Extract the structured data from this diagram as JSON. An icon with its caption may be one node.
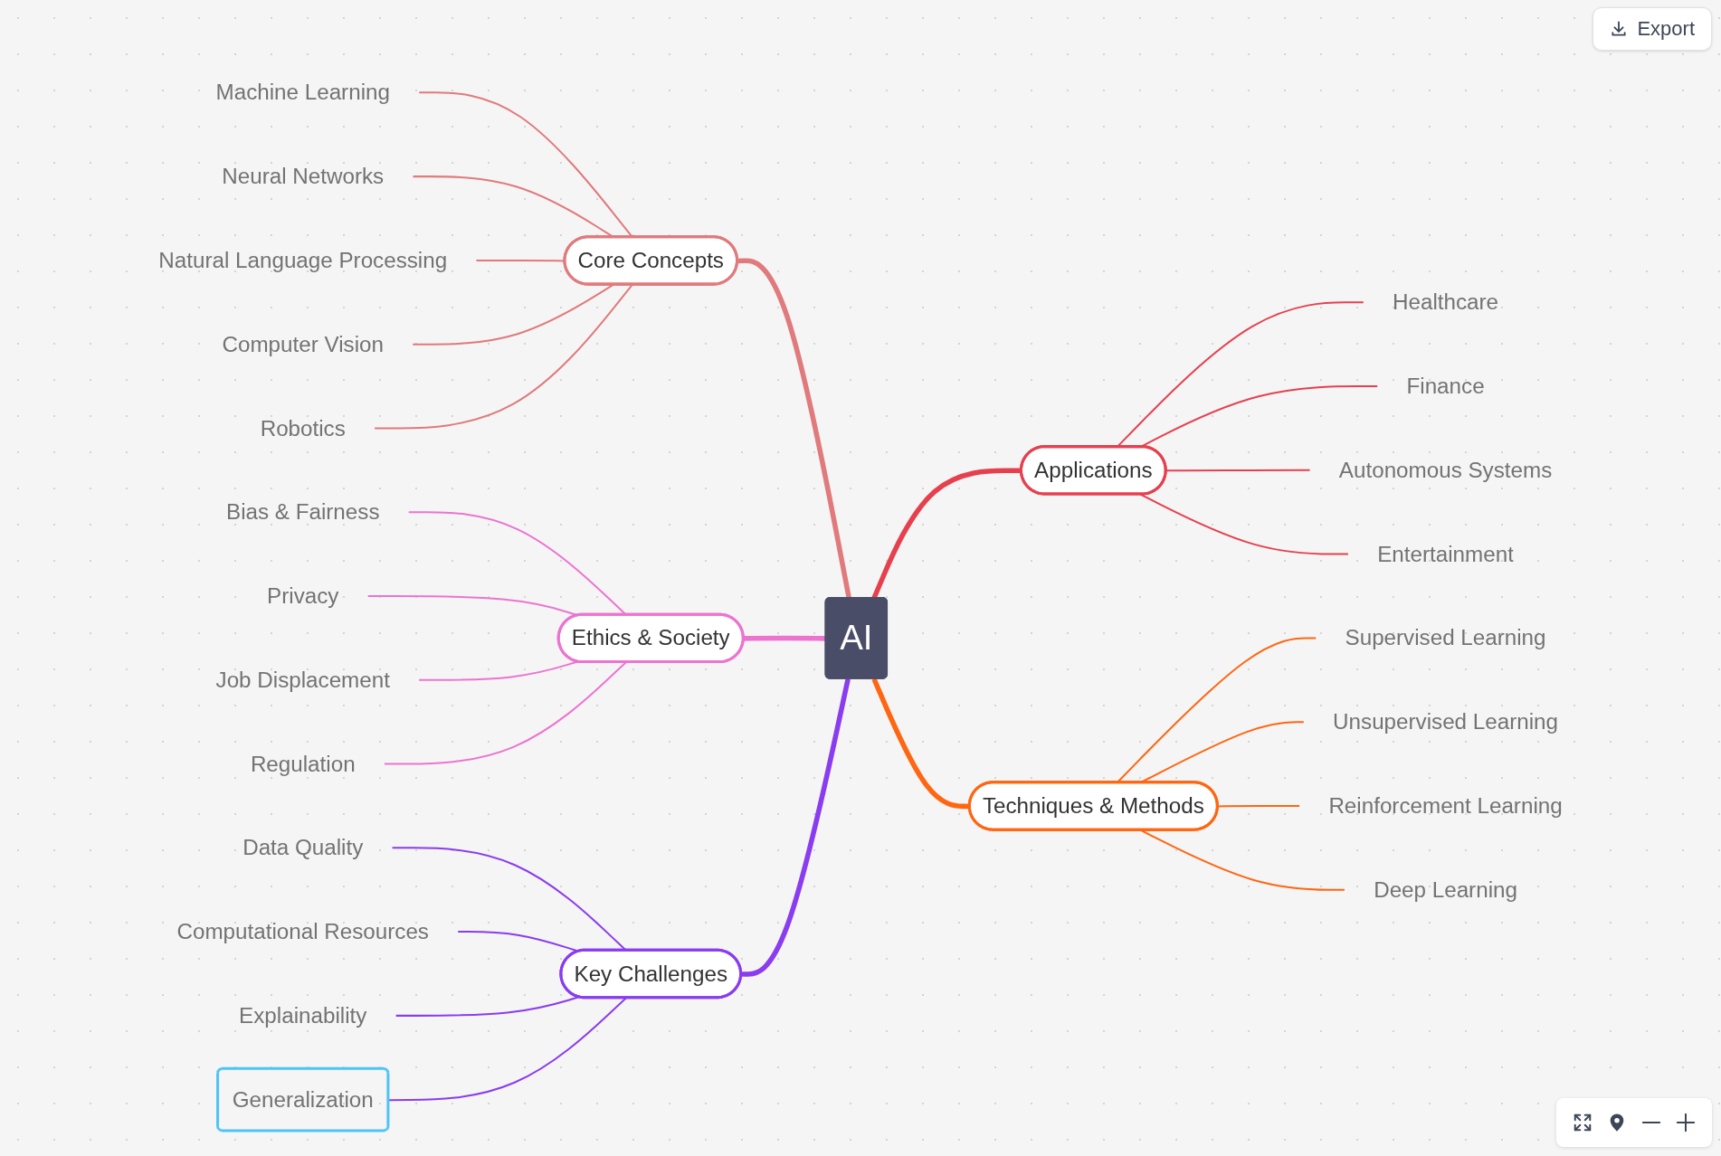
{
  "diagram": {
    "nodes": [
      {
        "text": [
          "AI"
        ]
      },
      {
        "text": [
          "Core Concepts"
        ]
      },
      {
        "text": [
          "Machine Learning"
        ]
      },
      {
        "text": [
          "Neural Networks"
        ]
      },
      {
        "text": [
          "Natural Language Processing"
        ]
      },
      {
        "text": [
          "Computer Vision"
        ]
      },
      {
        "text": [
          "Robotics"
        ]
      },
      {
        "text": [
          "Applications"
        ]
      },
      {
        "text": [
          "Healthcare"
        ]
      },
      {
        "text": [
          "Finance"
        ]
      },
      {
        "text": [
          "Autonomous Systems"
        ]
      },
      {
        "text": [
          "Entertainment"
        ]
      },
      {
        "text": [
          "Ethics & Society"
        ]
      },
      {
        "text": [
          "Bias & Fairness"
        ]
      },
      {
        "text": [
          "Privacy"
        ]
      },
      {
        "text": [
          "Job Displacement"
        ]
      },
      {
        "text": [
          "Regulation"
        ]
      },
      {
        "text": [
          "Techniques & Methods"
        ]
      },
      {
        "text": [
          "Supervised Learning"
        ]
      },
      {
        "text": [
          "Unsupervised Learning"
        ]
      },
      {
        "text": [
          "Reinforcement Learning"
        ]
      },
      {
        "text": [
          "Deep Learning"
        ]
      },
      {
        "text": [
          "Key Challenges"
        ]
      },
      {
        "text": [
          "Data Quality"
        ]
      },
      {
        "text": [
          "Computational Resources"
        ]
      },
      {
        "text": [
          "Explainability"
        ]
      },
      {
        "text": [
          "Generalization"
        ]
      }
    ],
    "edges": [
      {
        "from": 1,
        "to": 0,
        "arrow": "none",
        "style": "thick",
        "color": "#e07a7c"
      },
      {
        "from": 2,
        "to": 1,
        "arrow": "none",
        "color": "#e07a7c"
      },
      {
        "from": 3,
        "to": 1,
        "arrow": "none",
        "color": "#e07a7c"
      },
      {
        "from": 4,
        "to": 1,
        "arrow": "none",
        "color": "#e07a7c"
      },
      {
        "from": 5,
        "to": 1,
        "arrow": "none",
        "color": "#e07a7c"
      },
      {
        "from": 6,
        "to": 1,
        "arrow": "none",
        "color": "#e07a7c"
      },
      {
        "from": 0,
        "to": 7,
        "arrow": "none",
        "style": "thick",
        "color": "#e6404f"
      },
      {
        "from": 7,
        "to": 8,
        "arrow": "none",
        "color": "#e6404f"
      },
      {
        "from": 7,
        "to": 9,
        "arrow": "none",
        "color": "#e6404f"
      },
      {
        "from": 7,
        "to": 10,
        "arrow": "none",
        "color": "#e6404f"
      },
      {
        "from": 7,
        "to": 11,
        "arrow": "none",
        "color": "#e6404f"
      },
      {
        "from": 12,
        "to": 0,
        "arrow": "none",
        "style": "thick",
        "color": "#ec74d0"
      },
      {
        "from": 13,
        "to": 12,
        "arrow": "none",
        "color": "#ec74d0"
      },
      {
        "from": 14,
        "to": 12,
        "arrow": "none",
        "color": "#ec74d0"
      },
      {
        "from": 15,
        "to": 12,
        "arrow": "none",
        "color": "#ec74d0"
      },
      {
        "from": 16,
        "to": 12,
        "arrow": "none",
        "color": "#ec74d0"
      },
      {
        "from": 0,
        "to": 17,
        "arrow": "none",
        "style": "thick",
        "color": "#ff6611"
      },
      {
        "from": 17,
        "to": 18,
        "arrow": "none",
        "color": "#ff6611"
      },
      {
        "from": 17,
        "to": 19,
        "arrow": "none",
        "color": "#ff6611"
      },
      {
        "from": 17,
        "to": 20,
        "arrow": "none",
        "color": "#ff6611"
      },
      {
        "from": 17,
        "to": 21,
        "arrow": "none",
        "color": "#ff6611"
      },
      {
        "from": 22,
        "to": 0,
        "arrow": "none",
        "style": "thick",
        "color": "#8a3cf0"
      },
      {
        "from": 23,
        "to": 22,
        "arrow": "none",
        "color": "#8a3cf0"
      },
      {
        "from": 24,
        "to": 22,
        "arrow": "none",
        "color": "#8a3cf0"
      },
      {
        "from": 25,
        "to": 22,
        "arrow": "none",
        "color": "#8a3cf0"
      },
      {
        "from": 26,
        "to": 22,
        "arrow": "none",
        "color": "#8a3cf0"
      }
    ],
    "labels": [
      "Export"
    ]
  }
}
